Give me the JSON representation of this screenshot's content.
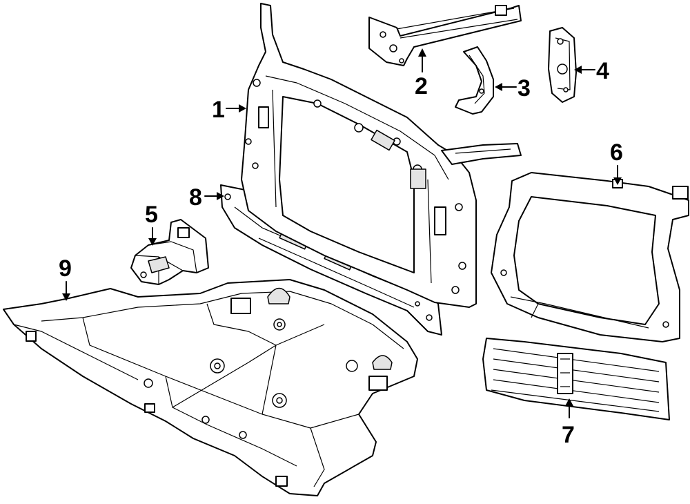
{
  "diagram": {
    "callouts": [
      {
        "id": "1",
        "label": "1"
      },
      {
        "id": "2",
        "label": "2"
      },
      {
        "id": "3",
        "label": "3"
      },
      {
        "id": "4",
        "label": "4"
      },
      {
        "id": "5",
        "label": "5"
      },
      {
        "id": "6",
        "label": "6"
      },
      {
        "id": "7",
        "label": "7"
      },
      {
        "id": "8",
        "label": "8"
      },
      {
        "id": "9",
        "label": "9"
      }
    ],
    "parts": [
      {
        "callout": "1",
        "icon": "radiator-support-frame"
      },
      {
        "callout": "2",
        "icon": "upper-tie-bar-bracket"
      },
      {
        "callout": "3",
        "icon": "side-brace"
      },
      {
        "callout": "4",
        "icon": "mounting-plate"
      },
      {
        "callout": "5",
        "icon": "latch-bracket"
      },
      {
        "callout": "6",
        "icon": "air-deflector-frame"
      },
      {
        "callout": "7",
        "icon": "active-grille-shutter"
      },
      {
        "callout": "8",
        "icon": "lower-tie-bar"
      },
      {
        "callout": "9",
        "icon": "splash-shield"
      }
    ]
  }
}
